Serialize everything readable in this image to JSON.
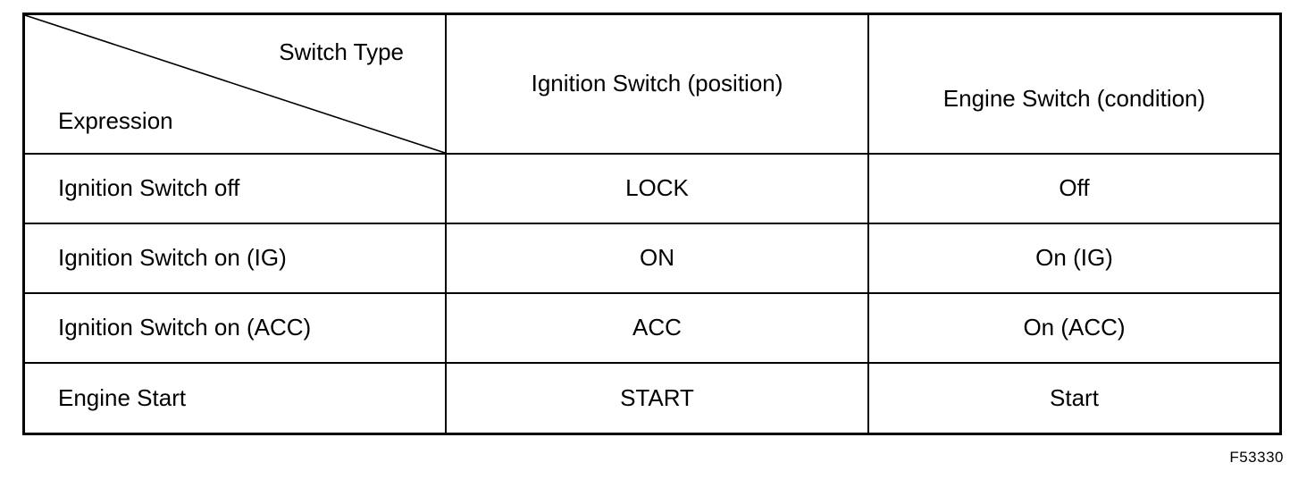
{
  "figure": {
    "code": "F53330"
  },
  "table": {
    "corner": {
      "top_right": "Switch Type",
      "bottom_left": "Expression"
    },
    "columns": [
      "Ignition Switch (position)",
      "Engine Switch (condition)"
    ],
    "rows": [
      {
        "expression": "Ignition Switch off",
        "ignition": "LOCK",
        "engine": "Off"
      },
      {
        "expression": "Ignition Switch on (IG)",
        "ignition": "ON",
        "engine": "On (IG)"
      },
      {
        "expression": "Ignition Switch on (ACC)",
        "ignition": "ACC",
        "engine": "On (ACC)"
      },
      {
        "expression": "Engine Start",
        "ignition": "START",
        "engine": "Start"
      }
    ],
    "colors": {
      "border": "#000000",
      "text": "#000000",
      "background": "#ffffff"
    }
  }
}
